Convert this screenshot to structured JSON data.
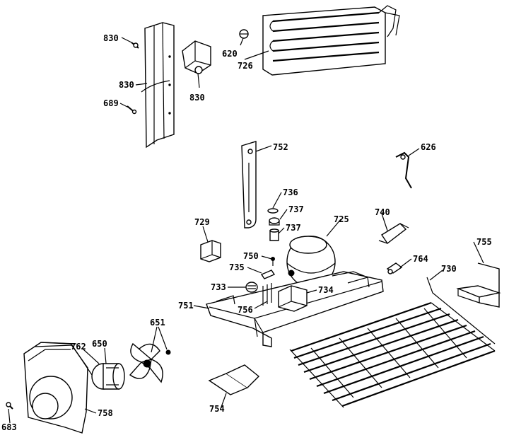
{
  "diagram": {
    "labels": {
      "p830a": "830",
      "p830b": "830",
      "p830c": "830",
      "p689": "689",
      "p620": "620",
      "p726": "726",
      "p752": "752",
      "p626": "626",
      "p736": "736",
      "p737a": "737",
      "p737b": "737",
      "p740": "740",
      "p729": "729",
      "p725": "725",
      "p750": "750",
      "p755": "755",
      "p735": "735",
      "p764": "764",
      "p730": "730",
      "p733": "733",
      "p734": "734",
      "p751": "751",
      "p756a": "756",
      "p762": "762",
      "p650": "650",
      "p651": "651",
      "p758": "758",
      "p754": "754",
      "p683": "683"
    }
  }
}
